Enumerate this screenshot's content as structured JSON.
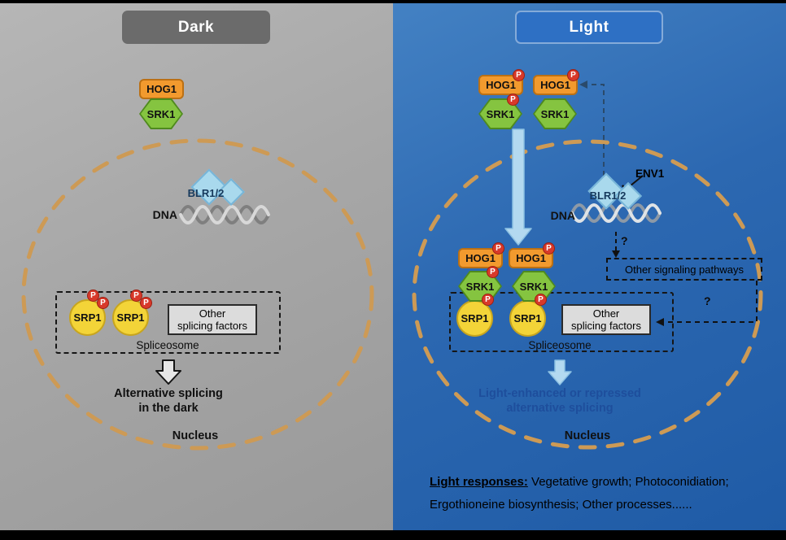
{
  "dark_panel": {
    "title": "Dark",
    "hog1": "HOG1",
    "srk1": "SRK1",
    "blr12": "BLR1/2",
    "dna": "DNA",
    "srp1": "SRP1",
    "p": "P",
    "other_factors": {
      "line1": "Other",
      "line2": "splicing factors"
    },
    "spliceosome": "Spliceosome",
    "outcome": {
      "line1": "Alternative splicing",
      "line2": "in the dark"
    },
    "nucleus": "Nucleus"
  },
  "light_panel": {
    "title": "Light",
    "hog1": "HOG1",
    "srk1": "SRK1",
    "p": "P",
    "env1": "ENV1",
    "blr12": "BLR1/2",
    "dna": "DNA",
    "question": "?",
    "other_pathways": "Other signaling pathways",
    "srp1": "SRP1",
    "other_factors": {
      "line1": "Other",
      "line2": "splicing factors"
    },
    "spliceosome": "Spliceosome",
    "outcome": {
      "line1": "Light-enhanced or repressed",
      "line2": "alternative splicing"
    },
    "nucleus": "Nucleus",
    "footer": {
      "label": "Light responses:",
      "line1_rest": " Vegetative growth; Photoconidiation;",
      "line2": "Ergothioneine biosynthesis; Other processes......"
    }
  },
  "colors": {
    "dark_panel_bg": "#a7a7a7",
    "light_panel_bg": "#2c68b1",
    "dark_title_bg": "#6b6b6b",
    "light_title_bg": "#2e70c4",
    "hog1_fill": "#f29a2e",
    "srk1_fill": "#85c440",
    "srp1_fill": "#f3d438",
    "phospho_badge": "#d8392a",
    "blr12_fill": "#a9d9ed",
    "nucleus_envelope": "#cd9a55",
    "flow_arrow": "#b3d9f0",
    "light_outcome_text": "#1e4e9c"
  }
}
